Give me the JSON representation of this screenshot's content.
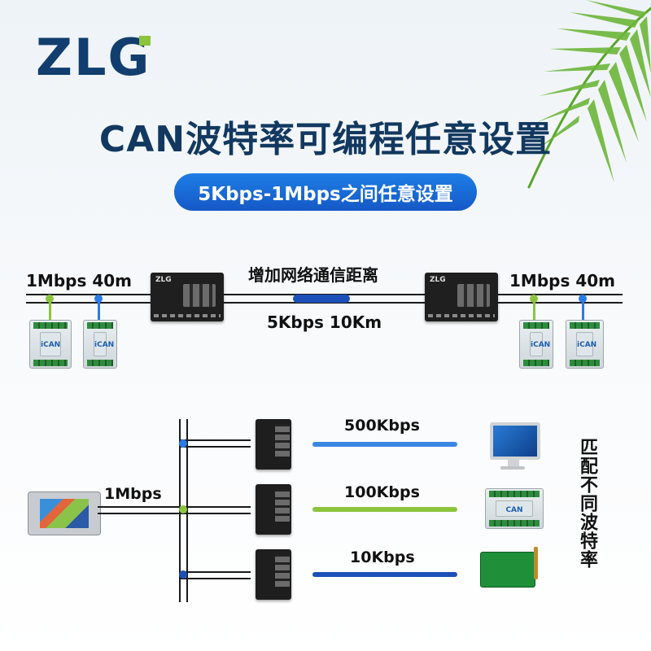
{
  "brand": {
    "logo_text": "ZLG",
    "accent_color": "#8cc43c",
    "text_color": "#113e6e"
  },
  "title": "CAN波特率可编程任意设置",
  "subtitle_pill": "5Kbps-1Mbps之间任意设置",
  "top_section": {
    "left_label": "1Mbps  40m",
    "right_label": "1Mbps  40m",
    "mid_top_label": "增加网络通信距离",
    "mid_bottom_label": "5Kbps  10Km",
    "colors": {
      "green": "#8cc43c",
      "blue": "#2a7be4",
      "dark_blue": "#1d4fb8"
    }
  },
  "bottom_section": {
    "source_label": "1Mbps",
    "rates": [
      {
        "label": "500Kbps",
        "color": "#3a86e3",
        "device_icon": "desktop-computer-icon"
      },
      {
        "label": "100Kbps",
        "color": "#8cc43c",
        "device_icon": "can-module-icon"
      },
      {
        "label": "10Kbps",
        "color": "#1d4fb8",
        "device_icon": "wireless-pcb-icon"
      }
    ],
    "side_caption": "匹配不同波特率"
  }
}
